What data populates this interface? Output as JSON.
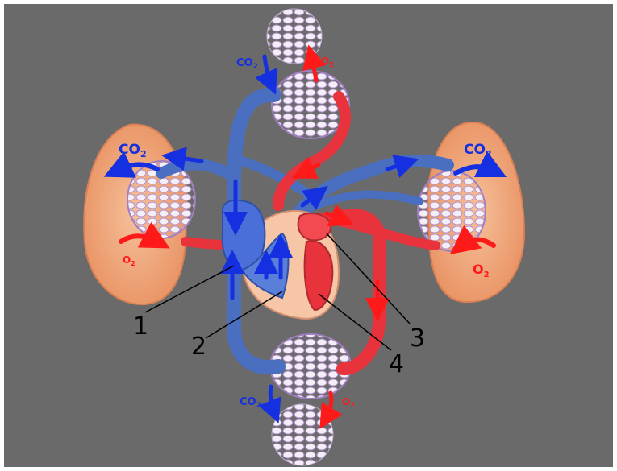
{
  "labels": {
    "co2": "CO",
    "co2_sub": "2",
    "o2": "O",
    "o2_sub": "2"
  },
  "numbers": {
    "n1": "1",
    "n2": "2",
    "n3": "3",
    "n4": "4"
  },
  "colors": {
    "background": "#6a6a6a",
    "frame": "#ffffff",
    "venous_blue": "#4a6fc0",
    "arterial_red": "#e8333c",
    "arrow_blue": "#1530e0",
    "arrow_red": "#ff1a1a",
    "lung": "#f0a878",
    "capillary_bed": "#ede4f4",
    "heart_muscle": "#f6c6a6"
  },
  "icons": {
    "tissue_cell": "cell-cluster-icon",
    "gas_flow": "curved-arrow-icon"
  }
}
